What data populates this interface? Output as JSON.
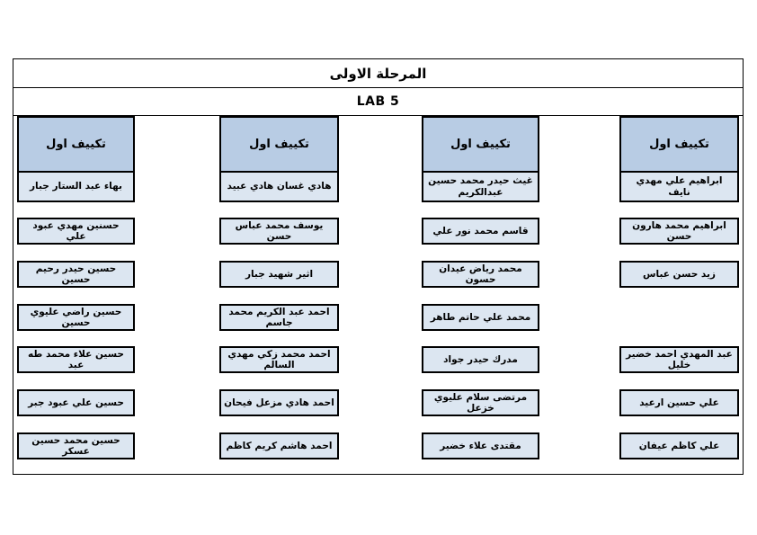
{
  "title": "المرحلة الاولى",
  "subtitle": "LAB 5",
  "colors": {
    "header_bg": "#b8cce4",
    "cell_bg": "#dce6f1",
    "border": "#000000"
  },
  "columns_left_to_right": true,
  "columns": [
    {
      "header": "تكييف اول",
      "students": [
        "بهاء عبد الستار جبار",
        "حسنين مهدي عبود علي",
        "حسين حيدر رحيم حسين",
        "حسين راضي عليوي حسين",
        "حسين علاء محمد طه عبد",
        "حسين علي عبود جبر",
        "حسين محمد حسين عسكر"
      ]
    },
    {
      "header": "تكييف اول",
      "students": [
        "هادي غسان هادي عبيد",
        "يوسف محمد عباس حسن",
        "اثير شهيد جبار",
        "احمد عبد الكريم محمد جاسم",
        "احمد محمد زكي مهدي السالم",
        "احمد هادي مزعل فيحان",
        "احمد هاشم كريم كاظم"
      ]
    },
    {
      "header": "تكييف اول",
      "students": [
        "غيث حيدر محمد حسين عبدالكريم",
        "قاسم محمد نور علي",
        "محمد رياض عيدان حسون",
        "محمد علي حاتم طاهر",
        "مدرك حيدر جواد",
        "مرتضى سلام عليوي خزعل",
        "مقتدى علاء خضير"
      ]
    },
    {
      "header": "تكييف اول",
      "students": [
        "ابراهيم علي مهدي نايف",
        "ابراهيم محمد هارون حسن",
        "زيد حسن عباس",
        null,
        "عبد المهدي احمد خضير خليل",
        "علي حسين ارعيد",
        "علي كاظم عيفان"
      ]
    }
  ]
}
